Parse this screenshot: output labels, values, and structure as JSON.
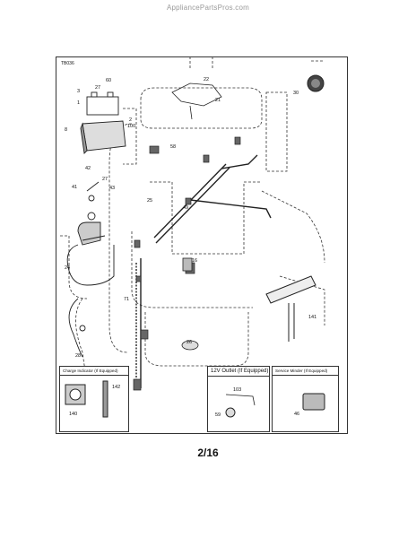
{
  "watermark": "AppliancePartsPros.com",
  "diagram_code": "TB036",
  "page_label": "2/16",
  "insets": {
    "charge_indicator": "Charge Indicator (If Equipped)",
    "outlet": "12V Outlet (If Equipped)",
    "service_minder": "Service Minder (If Equipped)"
  },
  "callouts": {
    "c1": "1",
    "c2": "2",
    "c3": "3",
    "c8": "8",
    "c16": "16",
    "c21": "21",
    "c22": "22",
    "c24": "24",
    "c25": "25",
    "c26": "26",
    "c27": "27",
    "c28": "28",
    "c30": "30",
    "c41": "41",
    "c42": "42",
    "c43": "43",
    "c46": "46",
    "c49": "49",
    "c58": "58",
    "c59": "59",
    "c60": "60",
    "c71": "71",
    "c100": "100",
    "c103": "103",
    "c140": "140",
    "c141": "141",
    "c142": "142"
  }
}
